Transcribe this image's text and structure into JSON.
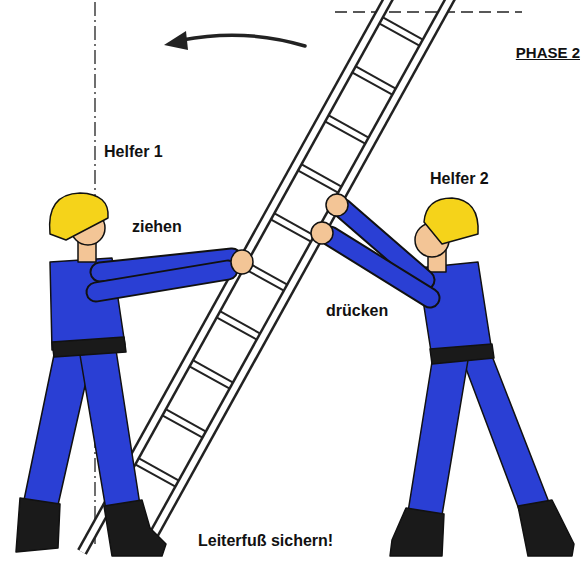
{
  "diagram": {
    "title": "PHASE 2",
    "labels": [
      "Helfer 1",
      "ziehen",
      "Helfer 2",
      "drücken",
      "Leiterfuß sichern!"
    ]
  }
}
